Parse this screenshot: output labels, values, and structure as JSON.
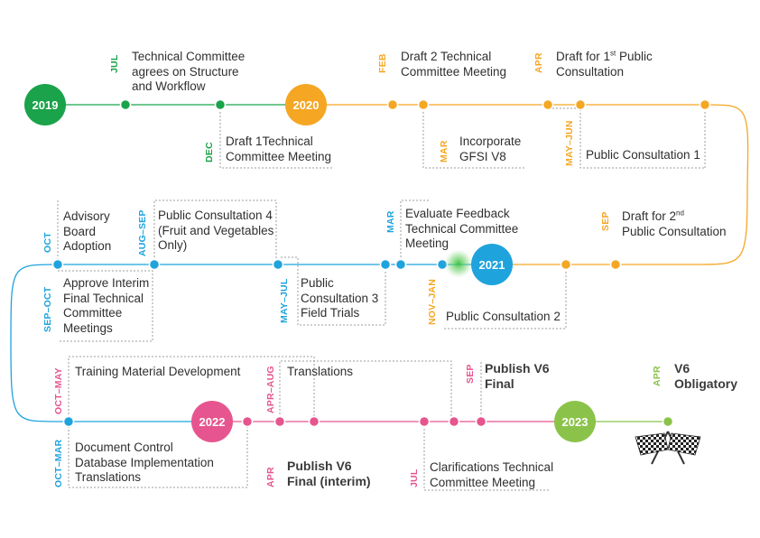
{
  "colors": {
    "green": "#1aa34a",
    "orange": "#f5a623",
    "blue": "#1fa3dd",
    "pink": "#e6558f",
    "lime": "#8bc34a",
    "dash": "#9e9e9e"
  },
  "years": {
    "y2019": "2019",
    "y2020": "2020",
    "y2021": "2021",
    "y2022": "2022",
    "y2023": "2023"
  },
  "events": {
    "e1": {
      "month": "JUL",
      "text": "Technical Committee\nagrees on Structure\nand Workflow"
    },
    "e2": {
      "month": "DEC",
      "text": "Draft 1Technical\nCommittee Meeting"
    },
    "e3": {
      "month": "FEB",
      "text": "Draft 2 Technical\nCommittee Meeting"
    },
    "e4": {
      "month": "MAR",
      "text": "Incorporate\nGFSI V8"
    },
    "e5": {
      "month": "APR",
      "text_a": "Draft for 1",
      "sup": "st",
      "text_b": " Public\nConsultation"
    },
    "e6": {
      "month": "MAY–JUN",
      "text": "Public Consultation 1"
    },
    "e7": {
      "month": "SEP",
      "text_a": "Draft for 2",
      "sup": "nd",
      "text_b": "\nPublic Consultation"
    },
    "e8": {
      "month": "NOV–JAN",
      "text": "Public Consultation 2"
    },
    "e9": {
      "month": "MAR",
      "text": "Evaluate Feedback\nTechnical Committee\nMeeting"
    },
    "e10": {
      "month": "MAY–JUL",
      "text": "Public\nConsultation 3\nField Trials"
    },
    "e11": {
      "month": "AUG–SEP",
      "text": "Public Consultation 4\n(Fruit and Vegetables\nOnly)"
    },
    "e12": {
      "month": "OCT",
      "text": "Advisory\nBoard\nAdoption"
    },
    "e13": {
      "month": "SEP–OCT",
      "text": "Approve Interim\nFinal Technical\nCommittee\nMeetings"
    },
    "e14": {
      "month": "OCT–MAY",
      "text": "Training Material Development"
    },
    "e15": {
      "month": "OCT–MAR",
      "text": "Document Control\nDatabase Implementation\nTranslations"
    },
    "e16": {
      "month": "APR–AUG",
      "text": "Translations"
    },
    "e17": {
      "month": "APR",
      "text": "Publish V6\nFinal (interim)"
    },
    "e18": {
      "month": "JUL",
      "text": "Clarifications Technical\nCommittee Meeting"
    },
    "e19": {
      "month": "SEP",
      "text": "Publish V6\nFinal"
    },
    "e20": {
      "month": "APR",
      "text": "V6\nObligatory"
    }
  },
  "icons": {
    "finish": "checkered-flags-icon"
  }
}
